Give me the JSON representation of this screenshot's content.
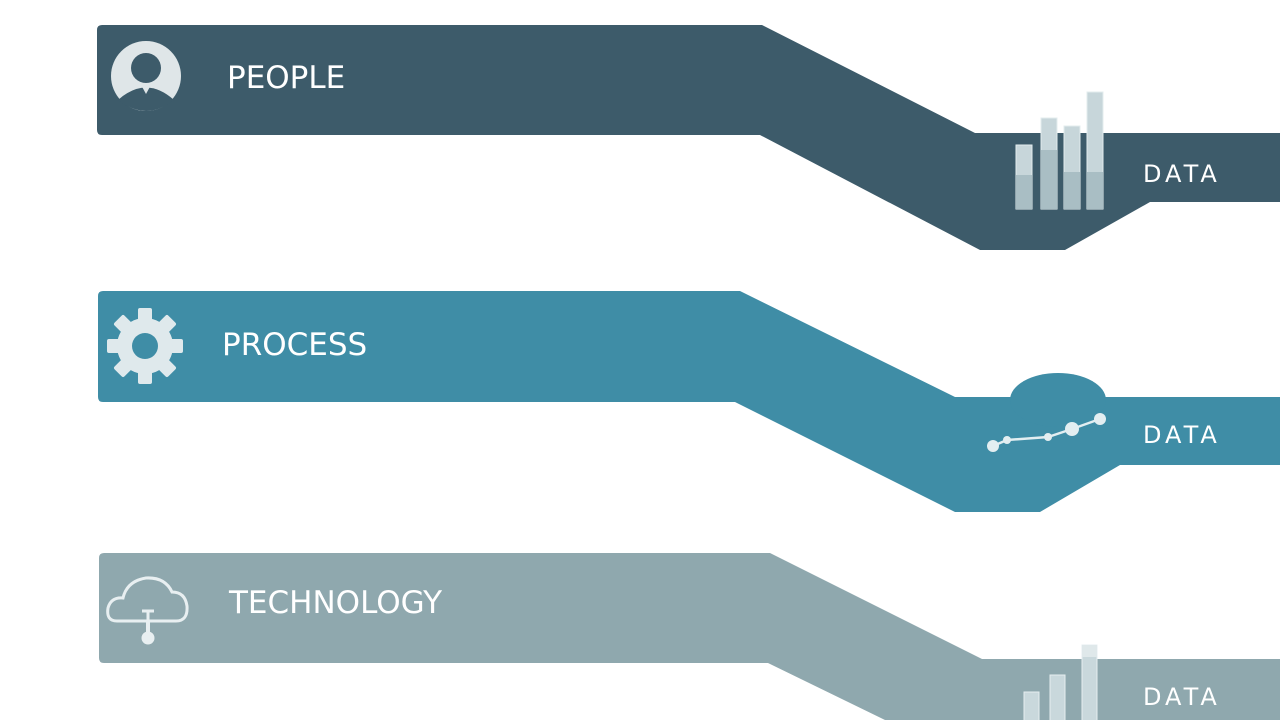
{
  "colors": {
    "people": "#3d5b6a",
    "process": "#3f8da6",
    "technology": "#8fa8ae",
    "background": "#ffffff"
  },
  "bands": [
    {
      "label": "PEOPLE",
      "icon": "person-icon",
      "output_label": "DATA",
      "output_icon": "bar-chart-icon"
    },
    {
      "label": "PROCESS",
      "icon": "gear-icon",
      "output_label": "DATA",
      "output_icon": "line-chart-icon"
    },
    {
      "label": "TECHNOLOGY",
      "icon": "cloud-icon",
      "output_label": "DATA",
      "output_icon": "bar-chart-icon"
    }
  ]
}
